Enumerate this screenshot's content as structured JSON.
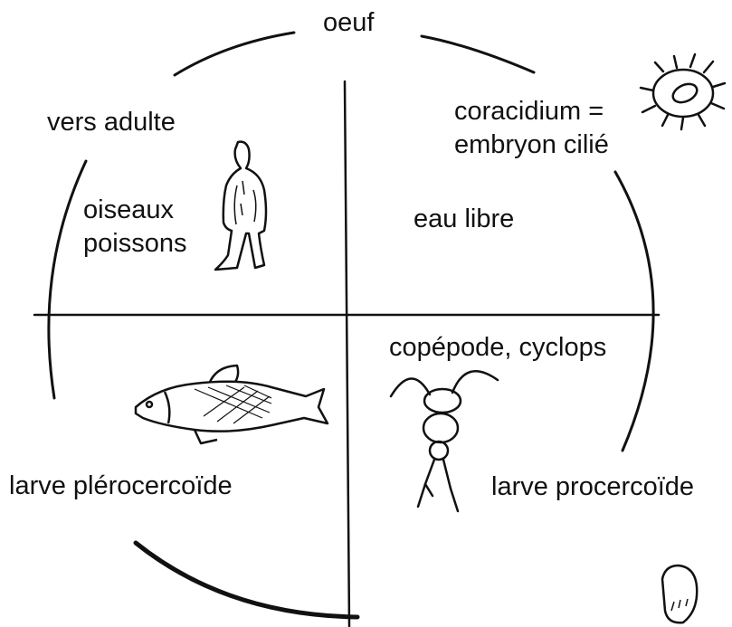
{
  "diagram": {
    "ink_color": "#111111",
    "background": "#ffffff",
    "stages": {
      "egg": "oeuf",
      "coracidium_line1": "coracidium =",
      "coracidium_line2": "embryon cilié",
      "adult_worm": "vers adulte",
      "definitive_host_line1": "oiseaux",
      "definitive_host_line2": "poissons",
      "free_water": "eau libre",
      "first_host": "copépode, cyclops",
      "plerocercoid": "larve plérocercoïde",
      "procercoid": "larve procercoïde"
    },
    "icons": [
      "human-figure-icon",
      "coracidium-icon",
      "fish-icon",
      "copepod-icon",
      "egg-capsule-icon"
    ]
  }
}
